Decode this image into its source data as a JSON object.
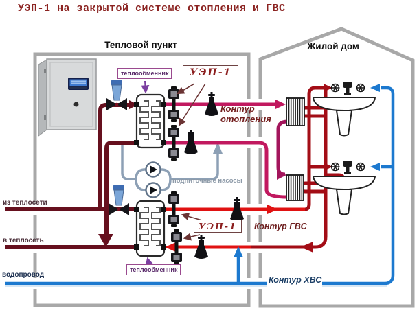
{
  "title": "УЭП-1 на закрытой системе отопления и ГВС",
  "sections": {
    "heat_point": "Тепловой пункт",
    "house": "Жилой дом"
  },
  "labels": {
    "heat_exchanger_top": "теплообменник",
    "heat_exchanger_bottom": "теплообменник",
    "uep_top": "УЭП-1",
    "uep_bottom": "УЭП-1",
    "makeup_pumps": "подпиточные насосы",
    "from_network": "из теплосети",
    "to_network": "в теплосеть",
    "water_supply": "водопровод",
    "heating_circuit": "Контур\nотопления",
    "dhw_circuit": "Контур ГВС",
    "cold_water_circuit": "Контур ХВС"
  },
  "colors": {
    "network_pipe": "#66101e",
    "heating_pipe": "#c1195f",
    "radiator_link_pipe": "#a3155c",
    "dhw_bright": "#e01212",
    "dhw_dark": "#a30d16",
    "cold_water": "#1c79cf",
    "makeup_loop": "#8da0b5",
    "walls": "#a8a8a8",
    "title_text": "#8b2321"
  }
}
